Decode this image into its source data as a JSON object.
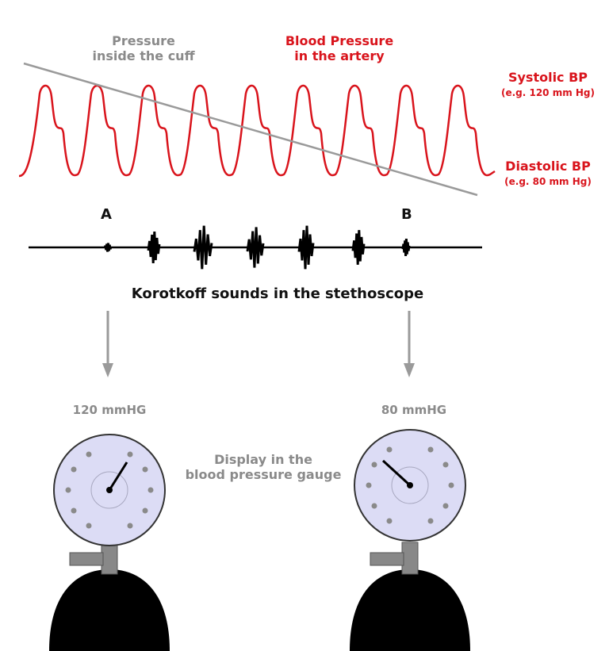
{
  "labels": {
    "cuff_pressure": [
      "Pressure",
      "inside the cuff"
    ],
    "artery_pressure": [
      "Blood Pressure",
      "in the artery"
    ],
    "systolic": {
      "title": "Systolic BP",
      "example": "(e.g. 120 mm Hg)"
    },
    "diastolic": {
      "title": "Diastolic BP",
      "example": "(e.g. 80 mm Hg)"
    },
    "marker_a": "A",
    "marker_b": "B",
    "korotkoff": "Korotkoff sounds in the stethoscope",
    "gauge_left": "120 mmHG",
    "gauge_right": "80 mmHG",
    "gauge_display": [
      "Display in the",
      "blood pressure gauge"
    ]
  },
  "colors": {
    "pressure_wave": "#d9141c",
    "cuff_line": "#9a9a9a",
    "label_gray": "#8a8a8a",
    "label_red": "#d9141c",
    "sound_trace": "#000000",
    "gauge_face": "#dcdcf5",
    "gauge_bulb": "#000000"
  },
  "icons": [
    "down-arrow-icon",
    "pressure-gauge-icon",
    "gauge-needle-icon",
    "inflation-bulb-icon"
  ]
}
